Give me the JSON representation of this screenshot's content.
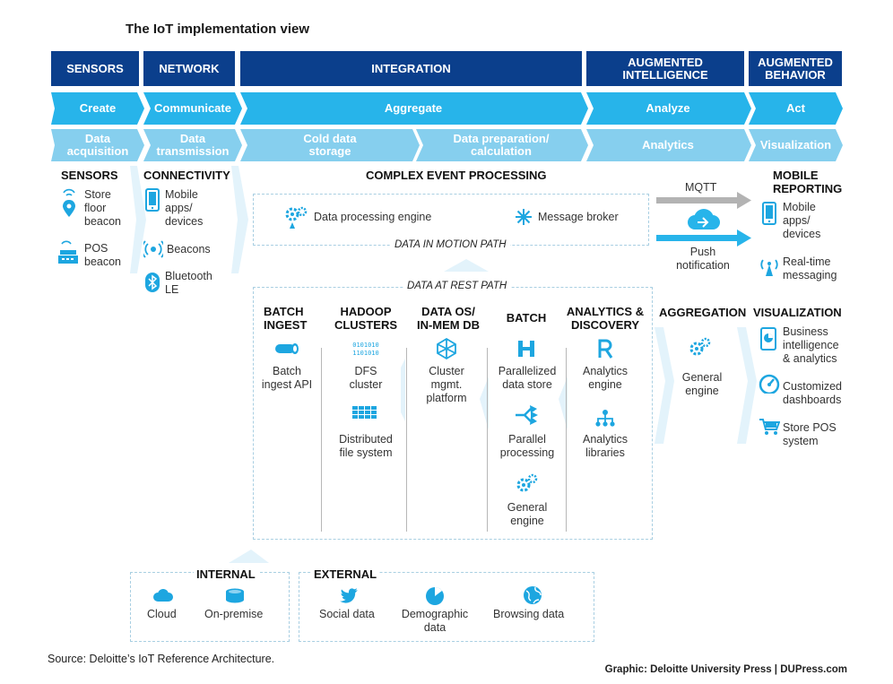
{
  "title": "The IoT implementation view",
  "headers": {
    "sensors": "SENSORS",
    "network": "NETWORK",
    "integration": "INTEGRATION",
    "augmented_intelligence": "AUGMENTED\nINTELLIGENCE",
    "augmented_behavior": "AUGMENTED\nBEHAVIOR"
  },
  "row2": {
    "create": "Create",
    "communicate": "Communicate",
    "aggregate": "Aggregate",
    "analyze": "Analyze",
    "act": "Act"
  },
  "row3": {
    "data_acquisition": "Data\nacquisition",
    "data_transmission": "Data\ntransmission",
    "cold_data_storage": "Cold data\nstorage",
    "data_preparation": "Data preparation/\ncalculation",
    "analytics": "Analytics",
    "visualization": "Visualization"
  },
  "sensors_col": {
    "heading": "SENSORS",
    "items": [
      "Store\nfloor\nbeacon",
      "POS\nbeacon"
    ]
  },
  "connectivity_col": {
    "heading": "CONNECTIVITY",
    "items": [
      "Mobile\napps/\ndevices",
      "Beacons",
      "Bluetooth\nLE"
    ]
  },
  "cep": {
    "heading": "COMPLEX EVENT PROCESSING",
    "data_processing_engine": "Data processing engine",
    "message_broker": "Message broker",
    "motion_path": "DATA IN MOTION PATH",
    "rest_path": "DATA AT REST PATH"
  },
  "mqtt": "MQTT",
  "push_notification": "Push\nnotification",
  "mobile_reporting": {
    "heading": "MOBILE\nREPORTING",
    "items": [
      "Mobile\napps/\ndevices",
      "Real-time\nmessaging"
    ]
  },
  "batch_ingest": {
    "heading": "BATCH\nINGEST",
    "items": [
      "Batch\ningest API"
    ]
  },
  "hadoop": {
    "heading": "HADOOP\nCLUSTERS",
    "binary": "0101010\n1101010",
    "items": [
      "DFS\ncluster",
      "Distributed\nfile system"
    ]
  },
  "data_os": {
    "heading": "DATA OS/\nIN-MEM DB",
    "items": [
      "Cluster\nmgmt.\nplatform"
    ]
  },
  "batch": {
    "heading": "BATCH",
    "items": [
      "Parallelized\ndata store",
      "Parallel\nprocessing",
      "General\nengine"
    ]
  },
  "analytics_discovery": {
    "heading": "ANALYTICS &\nDISCOVERY",
    "items": [
      "Analytics\nengine",
      "Analytics\nlibraries"
    ]
  },
  "aggregation": {
    "heading": "AGGREGATION",
    "items": [
      "General\nengine"
    ]
  },
  "visualization": {
    "heading": "VISUALIZATION",
    "items": [
      "Business\nintelligence\n& analytics",
      "Customized\ndashboards",
      "Store POS\nsystem"
    ]
  },
  "internal": {
    "heading": "INTERNAL",
    "items": [
      "Cloud",
      "On-premise"
    ]
  },
  "external": {
    "heading": "EXTERNAL",
    "items": [
      "Social data",
      "Demographic\ndata",
      "Browsing data"
    ]
  },
  "source": "Source: Deloitte’s IoT Reference Architecture.",
  "credit": "Graphic: Deloitte University Press  |  DUPress.com",
  "colors": {
    "dark_blue": "#0b3f8c",
    "bright_blue": "#27b4ea",
    "light_blue": "#86cfee",
    "icon_blue": "#1da6e0",
    "gray_arrow": "#b3b3b3"
  }
}
